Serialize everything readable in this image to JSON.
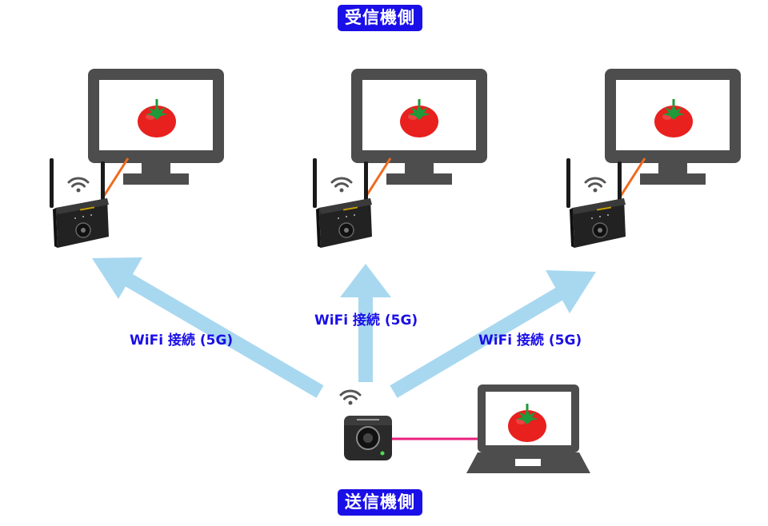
{
  "receiver_title": "受信機側",
  "sender_title": "送信機側",
  "connections": [
    {
      "label": "WiFi 接続 (5G)"
    },
    {
      "label": "WiFi 接続 (5G)"
    },
    {
      "label": "WiFi 接続 (5G)"
    }
  ],
  "colors": {
    "badge": "#1a0fe6",
    "label_text": "#1a0fe6",
    "arrow": "#a8d8f0",
    "monitor": "#4d4d4d",
    "hdmi_cable": "#f06a1e",
    "usb_cable": "#e8207e",
    "tomato": "#e8201e",
    "leaf": "#1e9a3a"
  },
  "icons": {
    "monitor": "monitor-icon",
    "receiver": "wifi-receiver-icon",
    "transmitter": "wifi-transmitter-icon",
    "laptop": "laptop-icon",
    "tomato": "tomato-icon",
    "wifi": "wifi-icon"
  }
}
